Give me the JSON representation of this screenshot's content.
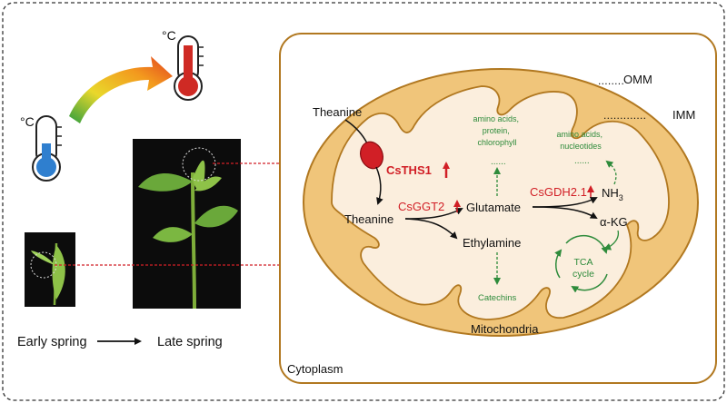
{
  "left_panel": {
    "thermo_low_unit": "°C",
    "thermo_high_unit": "°C",
    "early_label": "Early spring",
    "late_label": "Late spring"
  },
  "cell": {
    "cytoplasm_label": "Cytoplasm",
    "omm_label": "OMM",
    "imm_label": "IMM",
    "mito_label": "Mitochondria"
  },
  "pathway": {
    "theanine_outside": "Theanine",
    "transporter": "CsTHS1",
    "theanine_inside": "Theanine",
    "ggt_enzyme": "CsGGT2",
    "glutamate": "Glutamate",
    "ethylamine": "Ethylamine",
    "gdh_enzyme": "CsGDH2.1",
    "nh3": "NH",
    "nh3_sub": "3",
    "akg": "α-KG",
    "tca_line1": "TCA",
    "tca_line2": "cycle",
    "catechins": "Catechins",
    "products_glu": [
      "amino acids,",
      "protein,",
      "chlorophyll"
    ],
    "products_nh3": [
      "amino acids,",
      "nucleotides"
    ],
    "dots": "......"
  },
  "colors": {
    "enzyme_red": "#d11f26",
    "green_dashed": "#2e8b3b",
    "membrane_fill": "#f0c57a",
    "membrane_stroke": "#b17820",
    "matrix_fill": "#fbeedd"
  }
}
